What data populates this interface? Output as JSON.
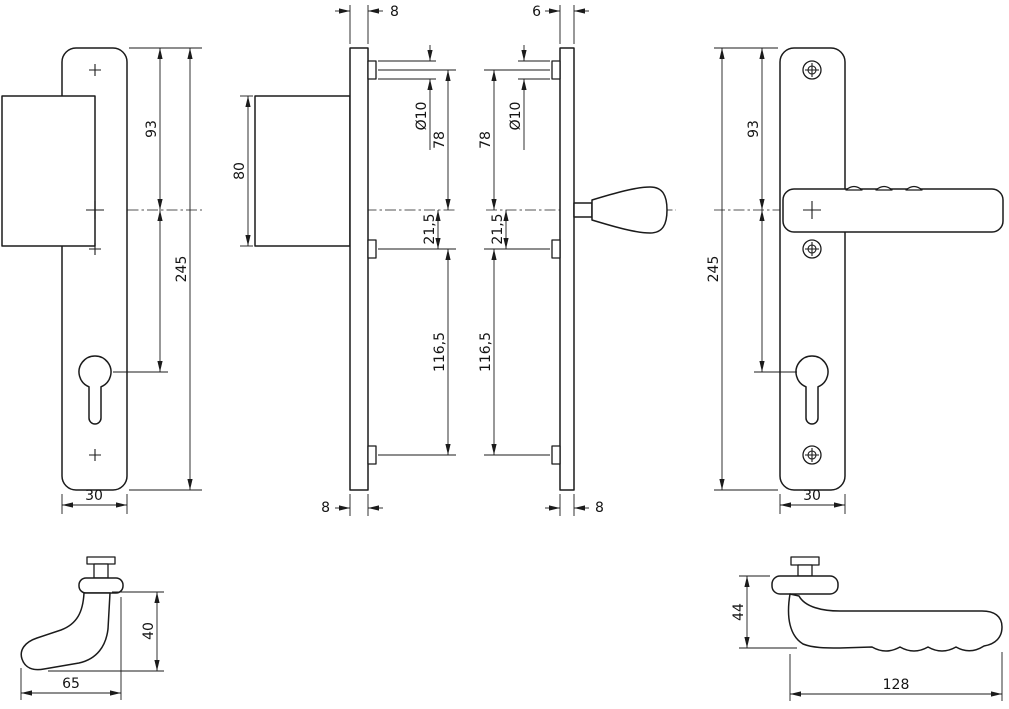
{
  "drawing": {
    "background": "#ffffff",
    "line_color": "#1b1b1b",
    "views": {
      "v1": {
        "name": "inner backplate front view",
        "top_to_handle": "93",
        "total_height": "245",
        "width": "30"
      },
      "v2": {
        "name": "inner backplate side view",
        "top_thickness": "8",
        "boss_dia": "Ø10",
        "boss_to_handle": "78",
        "handle_to_boss2": "21,5",
        "boss2_to_boss3": "116,5",
        "bottom_thickness": "8",
        "block_height": "80"
      },
      "v3": {
        "name": "outer backplate side view",
        "top_thickness": "6",
        "boss_dia": "Ø10",
        "boss_to_handle": "78",
        "handle_to_boss2": "21,5",
        "boss2_to_boss3": "116,5",
        "bottom_thickness": "8"
      },
      "v4": {
        "name": "outer backplate front view with lever",
        "top_to_handle": "93",
        "total_height": "245",
        "width": "30"
      },
      "v5": {
        "name": "handle profile small",
        "height": "40",
        "length": "65"
      },
      "v6": {
        "name": "lever profile large",
        "height": "44",
        "length": "128"
      }
    }
  }
}
